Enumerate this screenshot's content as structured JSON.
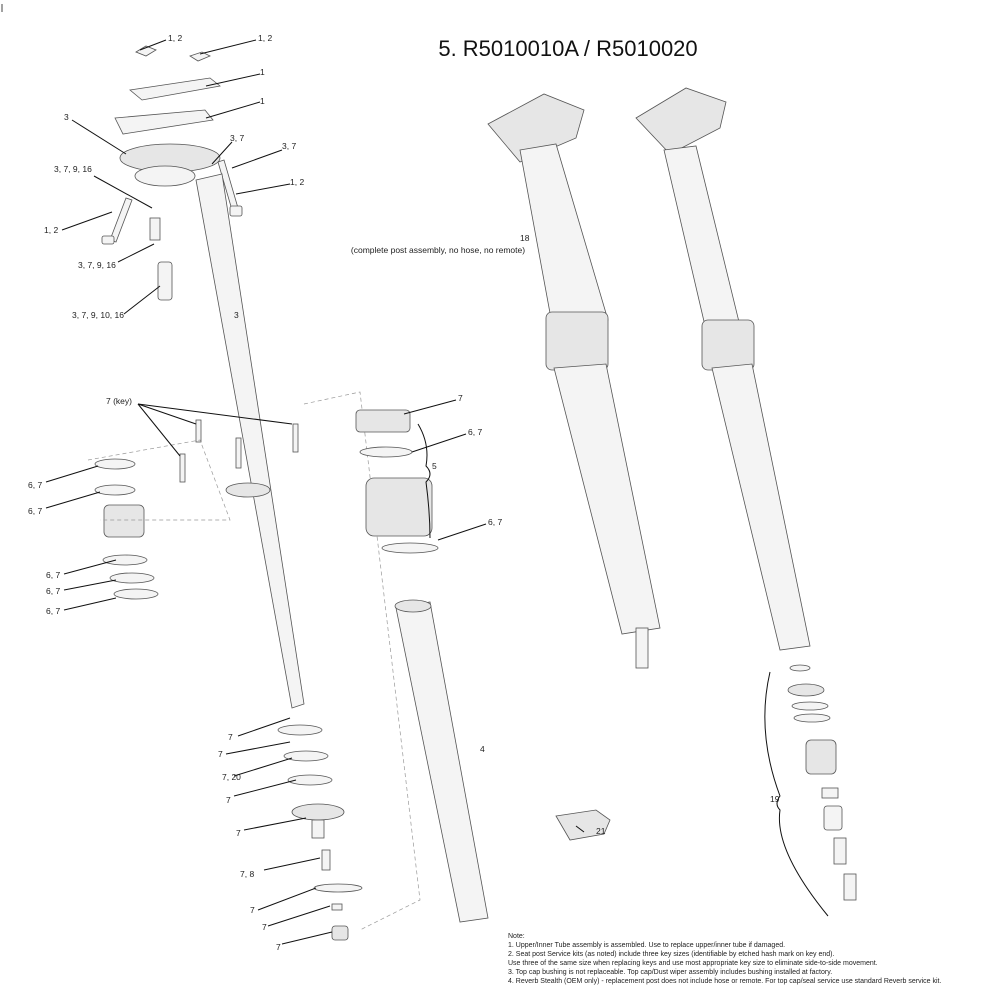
{
  "title": "5. R5010010A / R5010020",
  "assembly_note": "(complete post assembly, no hose, no remote)",
  "callouts": [
    "1, 2",
    "1, 2",
    "1",
    "1",
    "3",
    "3, 7",
    "3, 7",
    "3, 7, 9, 16",
    "1, 2",
    "1, 2",
    "3, 7, 9, 16",
    "3, 7, 9, 10, 16",
    "3",
    "7 (key)",
    "6, 7",
    "6, 7",
    "6, 7",
    "6, 7",
    "6, 7",
    "7",
    "6, 7",
    "5",
    "6, 7",
    "4",
    "18",
    "7",
    "7",
    "7, 20",
    "7",
    "7",
    "7, 8",
    "7",
    "7",
    "7",
    "21",
    "19"
  ],
  "notes": {
    "heading": "Note:",
    "lines": [
      "1.  Upper/Inner Tube assembly is assembled.  Use to replace upper/inner tube if damaged.",
      "2.  Seat post Service kits (as noted) include three key sizes (identifiable by etched hash mark on key end).",
      "     Use three of the same size when replacing keys and use most appropriate key size to eliminate side-to-side movement.",
      "3.  Top cap bushing is not replaceable.  Top cap/Dust wiper assembly includes bushing installed at factory.",
      "4.  Reverb Stealth (OEM only) - replacement post does not include hose or remote.  For top cap/seal service use standard Reverb service kit."
    ]
  }
}
